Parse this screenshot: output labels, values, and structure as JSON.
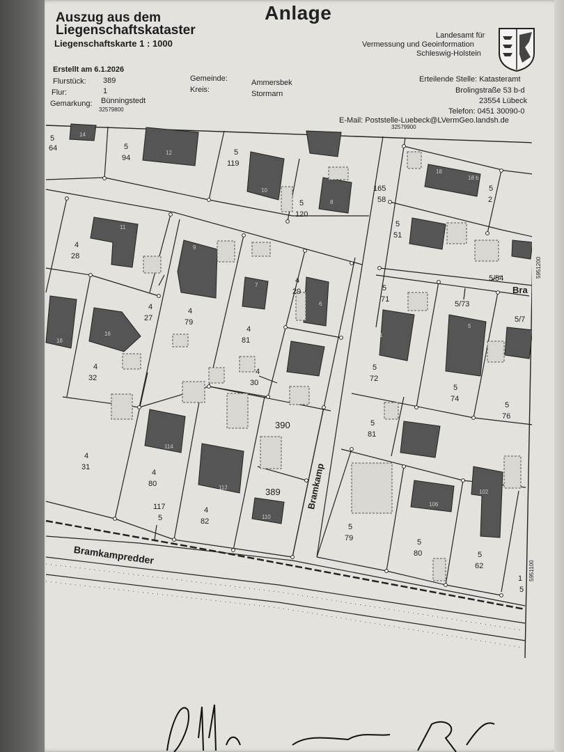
{
  "header": {
    "title_line1": "Auszug aus dem",
    "title_line2": "Liegenschaftskataster",
    "map_type": "Liegenschaftskarte 1 : 1000",
    "created": "Erstellt am 6.1.2026",
    "stamp": "Anlage",
    "agency_line1": "Landesamt für",
    "agency_line2": "Vermessung und Geoinformation",
    "agency_line3": "Schleswig-Holstein",
    "coat_of_arms_icon": "schleswig-holstein-coat-of-arms-icon"
  },
  "parcel_info": {
    "flurstueck_label": "Flurstück:",
    "flurstueck_value": "389",
    "flur_label": "Flur:",
    "flur_value": "1",
    "gemarkung_label": "Gemarkung:",
    "gemarkung_value": "Bünningstedt",
    "gemeinde_label": "Gemeinde:",
    "gemeinde_value": "Ammersbek",
    "kreis_label": "Kreis:",
    "kreis_value": "Stormarn"
  },
  "issuer": {
    "line1": "Erteilende Stelle: Katasteramt",
    "line2": "Brolingstraße 53 b-d",
    "line3": "23554 Lübeck",
    "line4": "Telefon: 0451 30090-0",
    "line5": "E-Mail: Poststelle-Luebeck@LVermGeo.landsh.de"
  },
  "coordinates": {
    "top_left": "32579800",
    "top_mid": "32579900",
    "right_upper": "5951200",
    "right_lower": "5951100"
  },
  "streets": {
    "bramkamp": "Bramkamp",
    "bramkampredder": "Bramkampredder",
    "bram_partial": "Bra"
  },
  "parcels": [
    {
      "id": "p1",
      "text": "5",
      "sub": "64"
    },
    {
      "id": "p2",
      "text": "5",
      "sub": "94"
    },
    {
      "id": "p3",
      "text": "5",
      "sub": "119"
    },
    {
      "id": "p4",
      "text": "5",
      "sub": "120"
    },
    {
      "id": "p5",
      "text": "165",
      "sub": "58"
    },
    {
      "id": "p6",
      "text": "5",
      "sub": "2"
    },
    {
      "id": "p7",
      "text": "5",
      "sub": "51"
    },
    {
      "id": "p8",
      "text": "4",
      "sub": "28"
    },
    {
      "id": "p9",
      "text": "4",
      "sub": "27"
    },
    {
      "id": "p10",
      "text": "4",
      "sub": "79"
    },
    {
      "id": "p11",
      "text": "4",
      "sub": "29"
    },
    {
      "id": "p12",
      "text": "5/54",
      "sub": ""
    },
    {
      "id": "p13",
      "text": "5",
      "sub": "71"
    },
    {
      "id": "p14",
      "text": "5/73",
      "sub": ""
    },
    {
      "id": "p15",
      "text": "5/7",
      "sub": ""
    },
    {
      "id": "p16",
      "text": "4",
      "sub": "32"
    },
    {
      "id": "p17",
      "text": "4",
      "sub": "81"
    },
    {
      "id": "p18",
      "text": "4",
      "sub": "30"
    },
    {
      "id": "p19",
      "text": "5",
      "sub": "72"
    },
    {
      "id": "p20",
      "text": "5",
      "sub": "74"
    },
    {
      "id": "p21",
      "text": "5",
      "sub": "76"
    },
    {
      "id": "p22",
      "text": "390",
      "sub": ""
    },
    {
      "id": "p23",
      "text": "5",
      "sub": "81"
    },
    {
      "id": "p24",
      "text": "4",
      "sub": "31"
    },
    {
      "id": "p25",
      "text": "4",
      "sub": "80"
    },
    {
      "id": "p26",
      "text": "117",
      "sub": "5"
    },
    {
      "id": "p27",
      "text": "4",
      "sub": "82"
    },
    {
      "id": "p28",
      "text": "389",
      "sub": ""
    },
    {
      "id": "p29",
      "text": "5",
      "sub": "79"
    },
    {
      "id": "p30",
      "text": "5",
      "sub": "80"
    },
    {
      "id": "p31",
      "text": "5",
      "sub": "62"
    },
    {
      "id": "p32",
      "text": "1",
      "sub": "5"
    }
  ],
  "house_numbers": [
    "14",
    "12",
    "10",
    "8",
    "18",
    "18 b",
    "11",
    "9",
    "7",
    "6",
    "16",
    "18",
    "114",
    "112",
    "110",
    "5",
    "102",
    "106",
    "1"
  ],
  "colors": {
    "building": "#555555",
    "paper": "#e3e2dc",
    "line": "#222222"
  }
}
